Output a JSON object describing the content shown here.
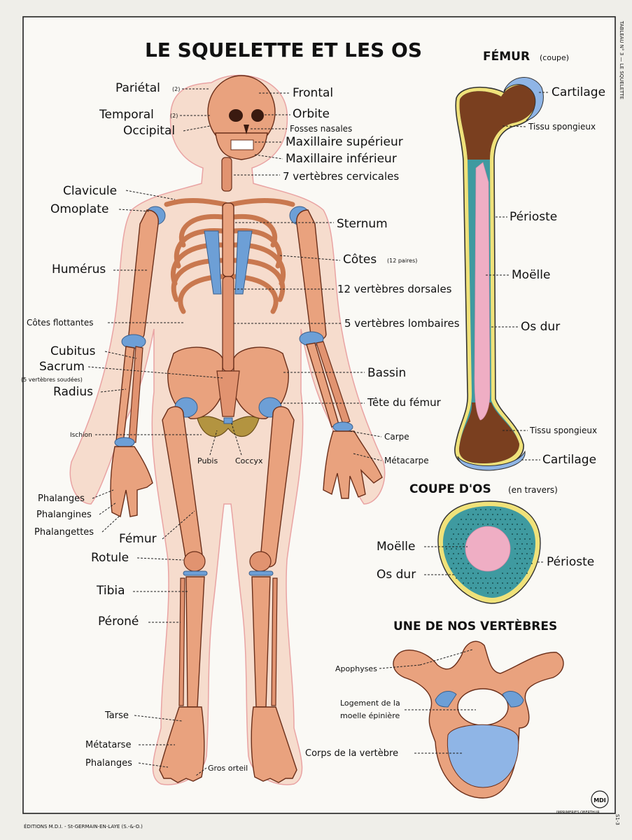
{
  "main_title": "LE SQUELETTE ET LES OS",
  "side_title": "TABLEAU N° 3 — LE SQUELETTE",
  "skeleton_labels": {
    "parietal": "Pariétal",
    "parietal_note": "(2)",
    "temporal": "Temporal",
    "temporal_note": "(2)",
    "occipital": "Occipital",
    "frontal": "Frontal",
    "orbite": "Orbite",
    "fosses_nasales": "Fosses nasales",
    "maxillaire_sup": "Maxillaire supérieur",
    "maxillaire_inf": "Maxillaire inférieur",
    "cervicales": "7 vertèbres cervicales",
    "clavicule": "Clavicule",
    "omoplate": "Omoplate",
    "sternum": "Sternum",
    "humerus": "Humérus",
    "cotes": "Côtes",
    "cotes_note": "(12 paires)",
    "dorsales": "12 vertèbres dorsales",
    "cotes_flottantes": "Côtes flottantes",
    "lombaires": "5 vertèbres lombaires",
    "cubitus": "Cubitus",
    "sacrum": "Sacrum",
    "sacrum_note": "(5 vertèbres soudées)",
    "radius": "Radius",
    "bassin": "Bassin",
    "tete_femur": "Tête du fémur",
    "ischion": "Ischion",
    "carpe": "Carpe",
    "pubis": "Pubis",
    "coccyx": "Coccyx",
    "metacarpe": "Métacarpe",
    "phalanges": "Phalanges",
    "phalangines": "Phalangines",
    "phalangettes": "Phalangettes",
    "femur": "Fémur",
    "rotule": "Rotule",
    "tibia": "Tibia",
    "perone": "Péroné",
    "tarse": "Tarse",
    "metatarse": "Métatarse",
    "phalanges_pied": "Phalanges",
    "gros_orteil": "Gros orteil"
  },
  "femur_section": {
    "title": "FÉMUR",
    "subtitle": "(coupe)",
    "cartilage_top": "Cartilage",
    "tissu_spongieux_top": "Tissu spongieux",
    "perioste": "Périoste",
    "moelle": "Moëlle",
    "os_dur": "Os dur",
    "tissu_spongieux_bottom": "Tissu spongieux",
    "cartilage_bottom": "Cartilage"
  },
  "bone_cross_section": {
    "title": "COUPE D'OS",
    "subtitle": "(en travers)",
    "moelle": "Moëlle",
    "perioste": "Périoste",
    "os_dur": "Os dur"
  },
  "vertebra": {
    "title": "UNE DE NOS VERTÈBRES",
    "apophyses": "Apophyses",
    "logement_1": "Logement de la",
    "logement_2": "moelle épinière",
    "corps": "Corps de la vertèbre"
  },
  "footer": {
    "publisher": "ÉDITIONS M.D.I. - St-GERMAIN-EN-LAYE (S.-&-O.)",
    "printer": "IMPRIMERIES OBERTHUR",
    "code": "S1-3",
    "logo_text": "MDI"
  },
  "colors": {
    "bone": "#e9a27e",
    "bone_outline": "#6b2f1a",
    "cartilage": "#6d9fd6",
    "marrow": "#efaec4",
    "hard_bone": "#3f9aa0",
    "periosteum": "#f0e27a",
    "spongy": "#7a3f1f",
    "body_outline": "#f6dccd"
  }
}
